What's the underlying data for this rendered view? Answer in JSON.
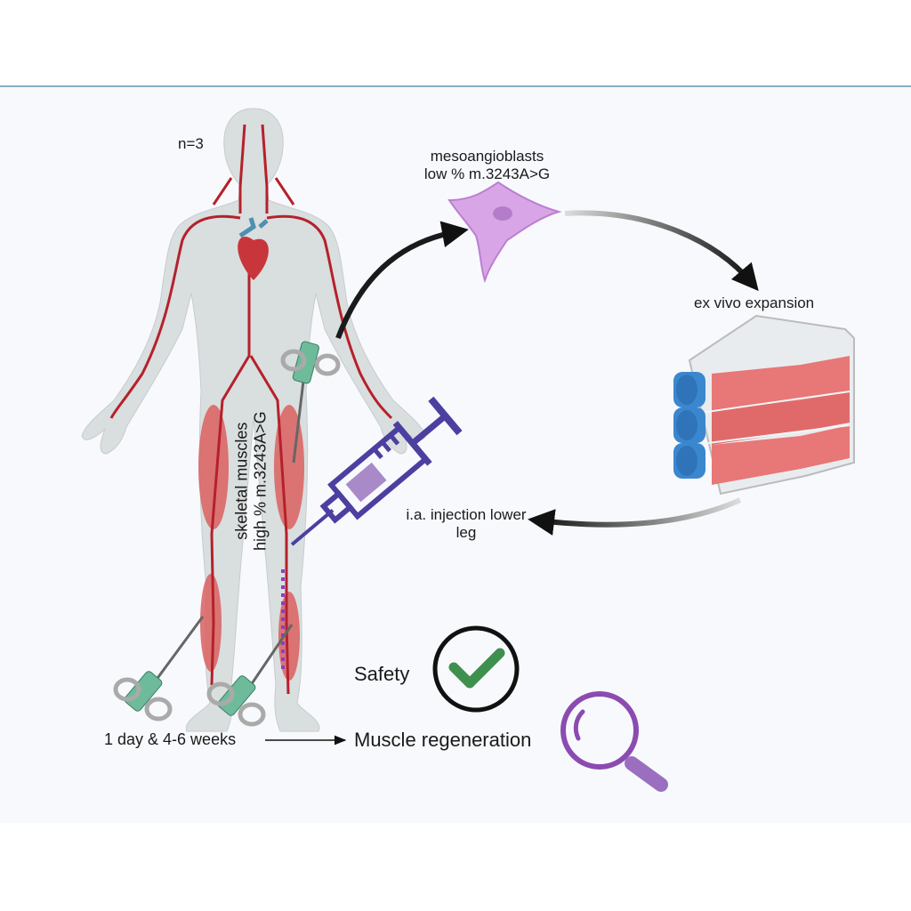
{
  "labels": {
    "n": "n=3",
    "cells_line1": "mesoangioblasts",
    "cells_line2": "low % m.3243A>G",
    "expansion": "ex vivo expansion",
    "injection_line1": "i.a. injection lower",
    "injection_line2": "leg",
    "muscles_line1": "skeletal muscles",
    "muscles_line2": "high % m.3243A>G",
    "timepoints": "1 day & 4-6 weeks",
    "safety": "Safety",
    "regeneration": "Muscle regeneration"
  },
  "colors": {
    "artery": "#b5212b",
    "muscle": "#d9605f",
    "syringe": "#4b3fa0",
    "cell": "#d8a6e6",
    "flask_medium": "#e87777",
    "flask_cap": "#3b87cf",
    "check": "#3f8f4f",
    "magnifier": "#8b4bb0",
    "biopsy_needle": "#6dbb9b"
  },
  "icons": [
    "human-body-icon",
    "heart-icon",
    "biopsy-needle-icon",
    "syringe-icon",
    "cell-icon",
    "culture-flask-icon",
    "checkmark-circle-icon",
    "magnifier-icon"
  ]
}
